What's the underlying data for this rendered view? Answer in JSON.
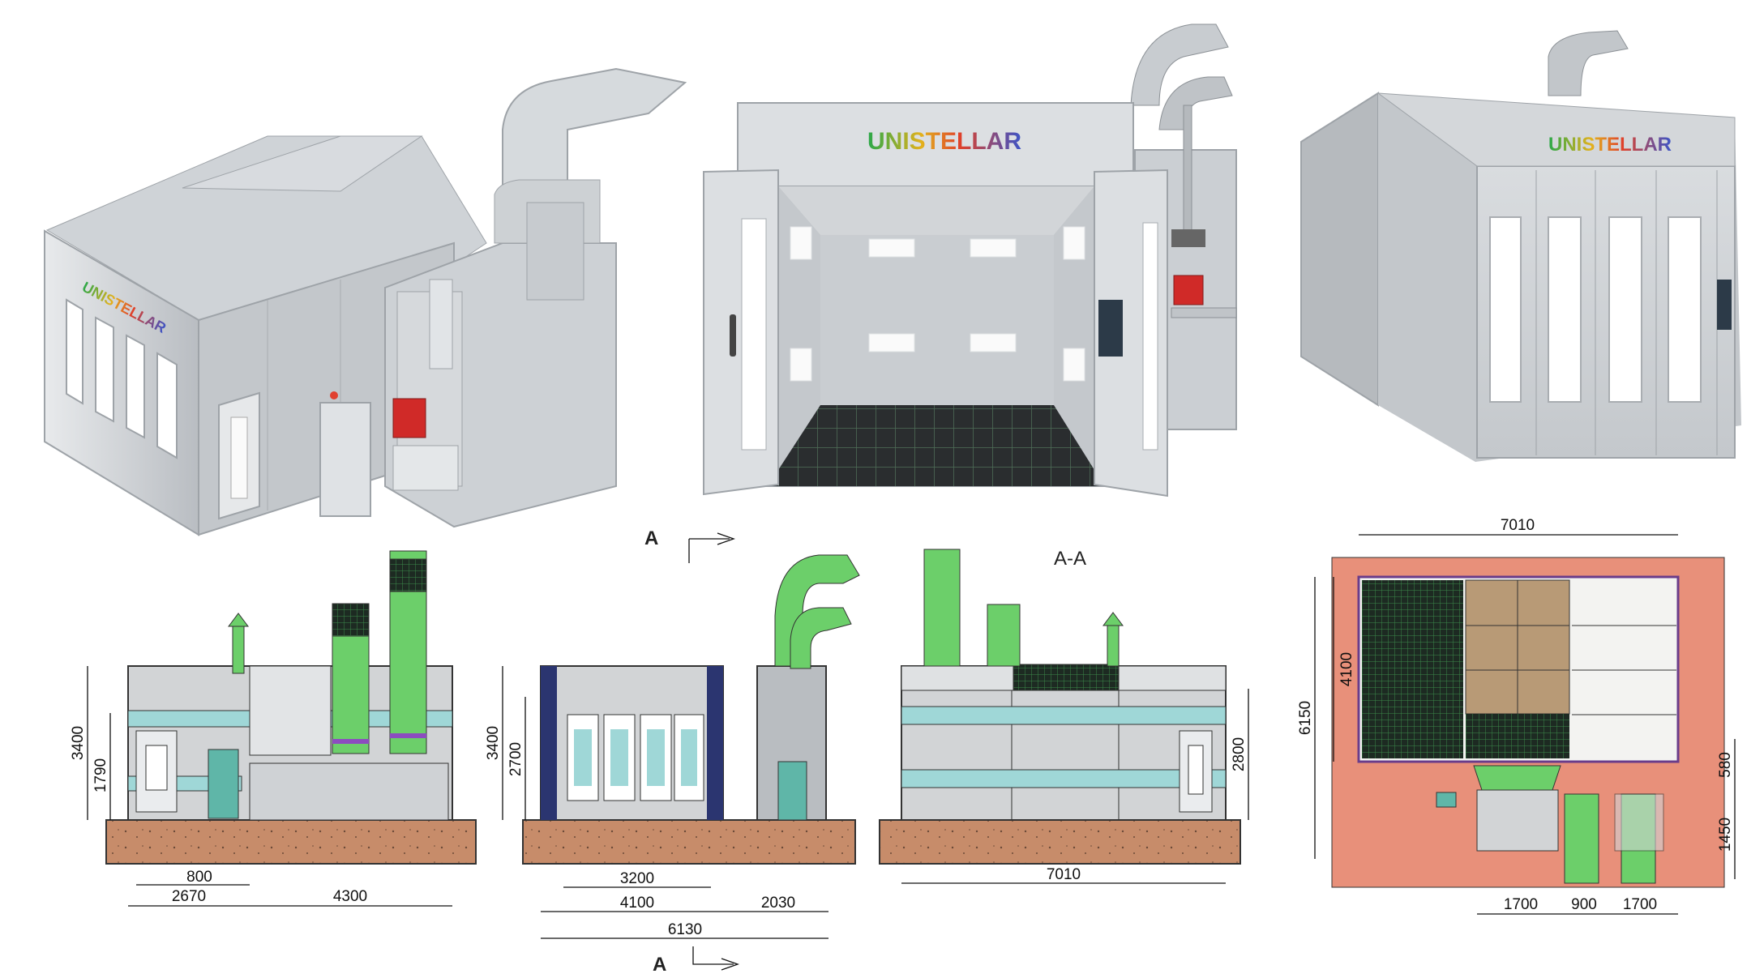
{
  "brand": {
    "name_part1": "UNI",
    "name_part2": "STELLAR"
  },
  "section_labels": {
    "section_title": "A-A",
    "marker_top": "A",
    "marker_bottom": "A"
  },
  "dimensions": {
    "view1": {
      "height_total": "3400",
      "height_door": "1790",
      "width_small": "800",
      "width_left": "2670",
      "width_right": "4300"
    },
    "view2": {
      "height_total": "3400",
      "height_inner": "2700",
      "width_inner": "3200",
      "width_body": "4100",
      "width_unit": "2030",
      "width_total": "6130"
    },
    "view3": {
      "height_door": "2800",
      "width_total": "7010"
    },
    "plan": {
      "width_top": "7010",
      "height_total": "6150",
      "height_inner": "4100",
      "height_580": "580",
      "height_1450": "1450",
      "width_a": "1700",
      "width_b": "900",
      "width_c": "1700"
    }
  },
  "colors": {
    "booth_gray": "#c8ccd0",
    "green_duct": "#6ccf6a",
    "cyan_band": "#9fd7d7",
    "navy_frame": "#2b3570",
    "foundation": "#c78c6a",
    "plan_floor": "#e8907a"
  }
}
